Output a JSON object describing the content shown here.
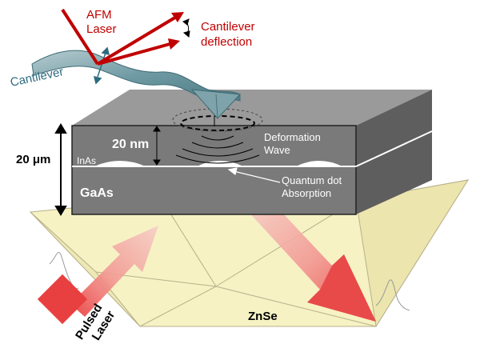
{
  "labels": {
    "afm_laser_line1": "AFM",
    "afm_laser_line2": "Laser",
    "cantilever_deflection_line1": "Cantilever",
    "cantilever_deflection_line2": "deflection",
    "cantilever": "Cantilever",
    "thickness_20nm": "20 nm",
    "deformation_line1": "Deformation",
    "deformation_line2": "Wave",
    "thickness_20um": "20 μm",
    "inas": "InAs",
    "gaas": "GaAs",
    "quantum_dot_line1": "Quantum dot",
    "quantum_dot_line2": "Absorption",
    "znse": "ZnSe",
    "pulsed_laser_line1": "Pulsed",
    "pulsed_laser_line2": "Laser"
  },
  "colors": {
    "laser_red": "#c00000",
    "cantilever_teal": "#2e6b80",
    "cantilever_fill": "#6f9aa3",
    "block_front": "#7a7a7a",
    "block_top": "#9a9a9a",
    "block_side": "#5e5e5e",
    "prism": "#f6f2c4",
    "beam_pink": "#f2b8b0",
    "beam_red": "#e84040"
  }
}
